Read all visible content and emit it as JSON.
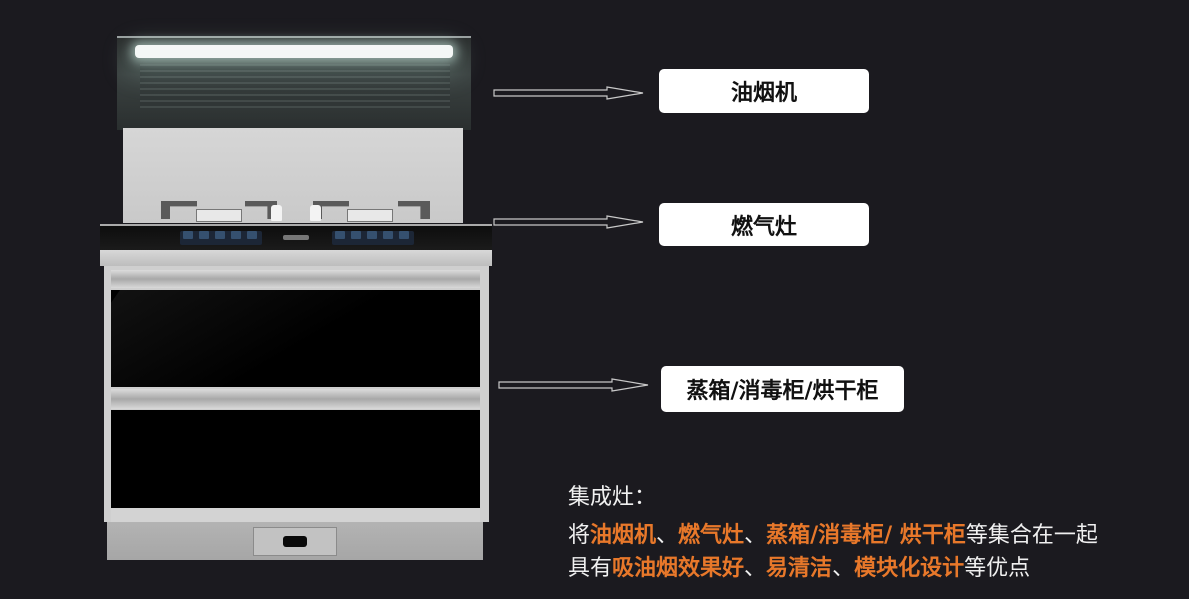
{
  "colors": {
    "background": "#1b1a1f",
    "label_bg": "#ffffff",
    "label_text": "#111111",
    "highlight": "#e8782a",
    "body_text": "#f0f0f0"
  },
  "labels": {
    "range_hood": "油烟机",
    "gas_stove": "燃气灶",
    "cabinets": "蒸箱/消毒柜/烘干柜"
  },
  "description": {
    "title": "集成灶：",
    "line1": {
      "prefix": "将",
      "item1": "油烟机",
      "sep1": "、",
      "item2": "燃气灶",
      "sep2": "、",
      "item3": "蒸箱/消毒柜/ 烘干柜",
      "suffix": "等集合在一起"
    },
    "line2": {
      "prefix": "具有",
      "item1": "吸油烟效果好",
      "sep1": "、",
      "item2": "易清洁",
      "sep2": "、",
      "item3": "模块化设计",
      "suffix": "等优点"
    }
  },
  "icons": {
    "arrow": "outline-right-arrow"
  }
}
